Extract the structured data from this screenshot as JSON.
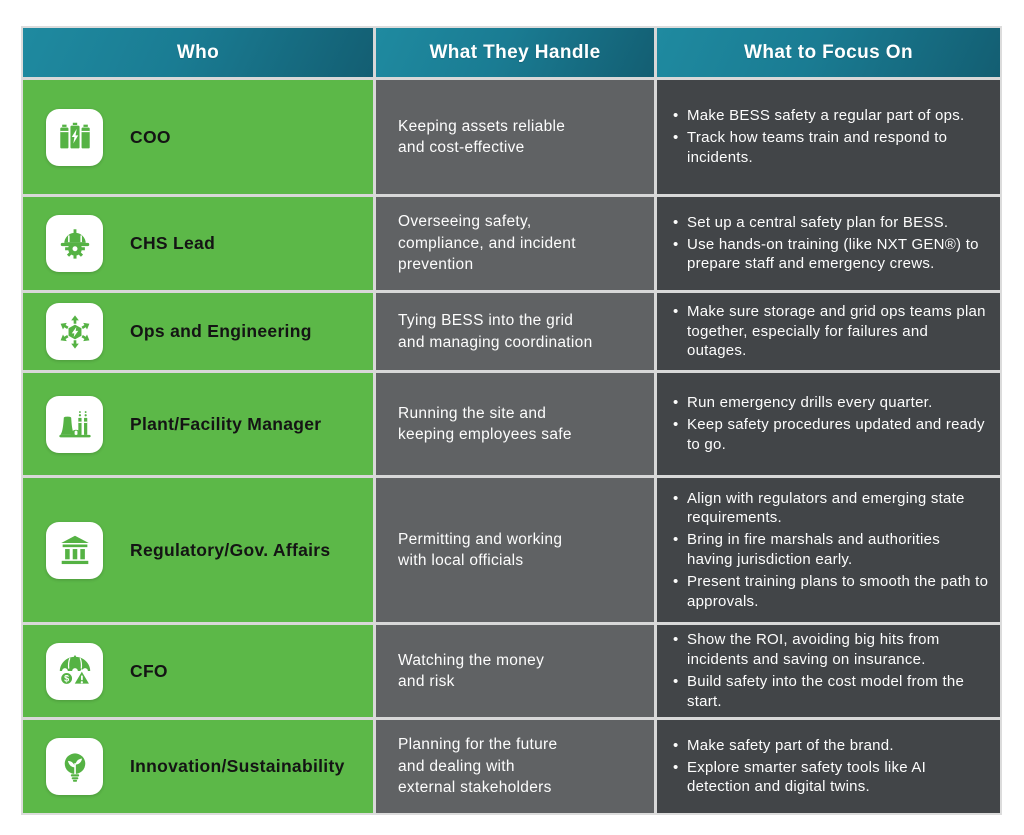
{
  "colors": {
    "header_teal": "#17748c",
    "row_green": "#5cb848",
    "handle_gray": "#606264",
    "focus_gray": "#424548",
    "icon_green": "#55b244"
  },
  "table": {
    "headers": [
      {
        "label": "Who"
      },
      {
        "label": "What They Handle"
      },
      {
        "label": "What to Focus On"
      }
    ],
    "rows": [
      {
        "who": "COO",
        "icon": "battery-storage-icon",
        "handle": "Keeping assets reliable\nand cost-effective",
        "focus": [
          "Make BESS safety a regular part of ops.",
          "Track how teams train and respond to incidents."
        ]
      },
      {
        "who": "CHS Lead",
        "icon": "hard-hat-gear-icon",
        "handle": "Overseeing safety,\ncompliance, and incident\nprevention",
        "focus": [
          "Set up a central safety plan for BESS.",
          "Use hands-on training (like NXT GEN®) to prepare staff and emergency crews."
        ]
      },
      {
        "who": "Ops and Engineering",
        "icon": "grid-expand-icon",
        "handle": "Tying BESS into the grid\nand managing coordination",
        "focus": [
          "Make sure storage and grid ops teams plan together, especially for failures and outages."
        ]
      },
      {
        "who": "Plant/Facility Manager",
        "icon": "power-plant-icon",
        "handle": "Running the site and\nkeeping employees safe",
        "focus": [
          "Run emergency drills every quarter.",
          "Keep safety procedures updated and ready to go."
        ]
      },
      {
        "who": "Regulatory/Gov. Affairs",
        "icon": "government-building-icon",
        "handle": "Permitting and working\nwith local officials",
        "focus": [
          "Align with regulators and emerging state requirements.",
          "Bring in fire marshals and authorities having jurisdiction early.",
          "Present training plans to smooth the path to approvals."
        ]
      },
      {
        "who": "CFO",
        "icon": "umbrella-risk-icon",
        "handle": "Watching the money\nand risk",
        "focus": [
          "Show the ROI, avoiding big hits from incidents and saving on insurance.",
          "Build safety into the cost model from the start."
        ]
      },
      {
        "who": "Innovation/Sustainability",
        "icon": "lightbulb-leaf-icon",
        "handle": "Planning for the future\nand dealing with\nexternal stakeholders",
        "focus": [
          "Make safety part of the brand.",
          "Explore smarter safety tools like AI detection and digital twins."
        ]
      }
    ]
  }
}
